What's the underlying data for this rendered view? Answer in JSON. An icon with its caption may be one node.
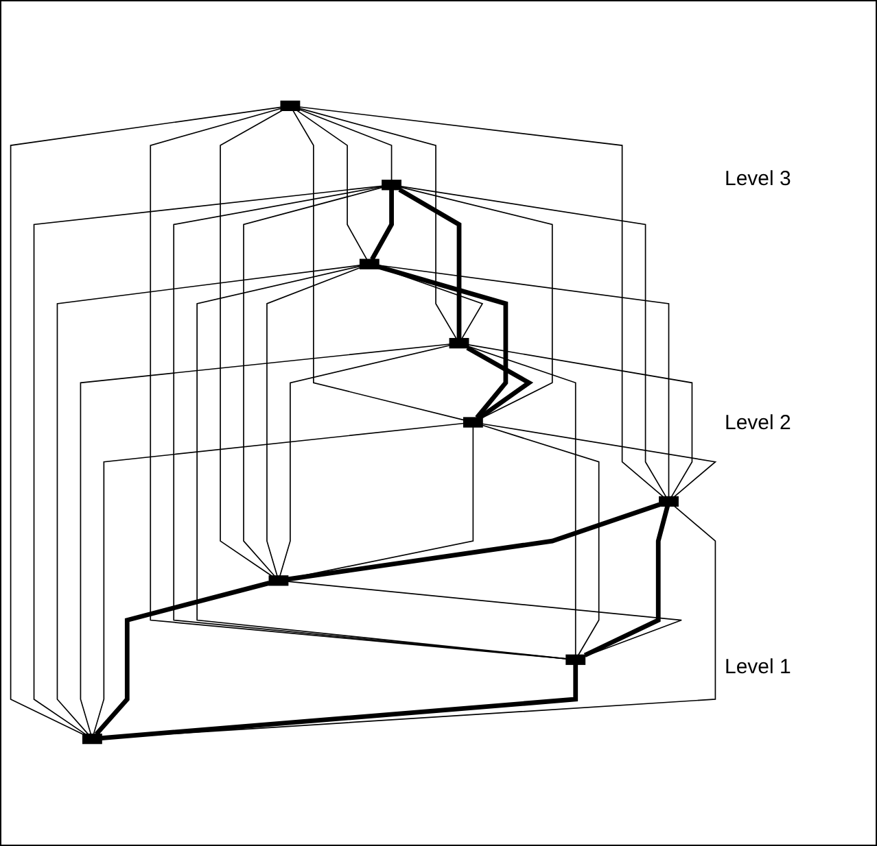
{
  "diagram": {
    "nodes": [
      {
        "text": [],
        "shape": "box"
      },
      {
        "text": [],
        "shape": "box"
      },
      {
        "text": [],
        "shape": "box"
      },
      {
        "text": [],
        "shape": "box"
      },
      {
        "text": [],
        "shape": "box"
      },
      {
        "text": [],
        "shape": "box"
      },
      {
        "text": [],
        "shape": "box"
      },
      {
        "text": [],
        "shape": "box"
      },
      {
        "text": [],
        "shape": "box"
      }
    ],
    "edges": [
      {
        "from": 0,
        "to": 1,
        "arrow": "none"
      },
      {
        "from": 0,
        "to": 2,
        "arrow": "none"
      },
      {
        "from": 0,
        "to": 3,
        "arrow": "none"
      },
      {
        "from": 0,
        "to": 4,
        "arrow": "none"
      },
      {
        "from": 0,
        "to": 5,
        "arrow": "none"
      },
      {
        "from": 0,
        "to": 6,
        "arrow": "none"
      },
      {
        "from": 0,
        "to": 7,
        "arrow": "none"
      },
      {
        "from": 0,
        "to": 8,
        "arrow": "none"
      },
      {
        "from": 1,
        "to": 2,
        "arrow": "none",
        "style": "thick"
      },
      {
        "from": 1,
        "to": 3,
        "arrow": "none",
        "style": "thick"
      },
      {
        "from": 2,
        "to": 4,
        "arrow": "none",
        "style": "thick"
      },
      {
        "from": 3,
        "to": 4,
        "arrow": "none",
        "style": "thick"
      },
      {
        "from": 1,
        "to": 4,
        "arrow": "none"
      },
      {
        "from": 2,
        "to": 3,
        "arrow": "none"
      },
      {
        "from": 1,
        "to": 5,
        "arrow": "none"
      },
      {
        "from": 1,
        "to": 6,
        "arrow": "none"
      },
      {
        "from": 1,
        "to": 7,
        "arrow": "none"
      },
      {
        "from": 1,
        "to": 8,
        "arrow": "none"
      },
      {
        "from": 2,
        "to": 5,
        "arrow": "none"
      },
      {
        "from": 2,
        "to": 6,
        "arrow": "none"
      },
      {
        "from": 2,
        "to": 7,
        "arrow": "none"
      },
      {
        "from": 2,
        "to": 8,
        "arrow": "none"
      },
      {
        "from": 3,
        "to": 5,
        "arrow": "none"
      },
      {
        "from": 3,
        "to": 6,
        "arrow": "none"
      },
      {
        "from": 3,
        "to": 7,
        "arrow": "none"
      },
      {
        "from": 3,
        "to": 8,
        "arrow": "none"
      },
      {
        "from": 4,
        "to": 5,
        "arrow": "none"
      },
      {
        "from": 4,
        "to": 6,
        "arrow": "none"
      },
      {
        "from": 4,
        "to": 7,
        "arrow": "none"
      },
      {
        "from": 4,
        "to": 8,
        "arrow": "none"
      },
      {
        "from": 5,
        "to": 6,
        "arrow": "none",
        "style": "thick"
      },
      {
        "from": 5,
        "to": 7,
        "arrow": "none",
        "style": "thick"
      },
      {
        "from": 6,
        "to": 8,
        "arrow": "none",
        "style": "thick"
      },
      {
        "from": 7,
        "to": 8,
        "arrow": "none",
        "style": "thick"
      },
      {
        "from": 5,
        "to": 8,
        "arrow": "none"
      },
      {
        "from": 6,
        "to": 7,
        "arrow": "none"
      }
    ],
    "labels": [
      "Level 3",
      "Level 2",
      "Level 1"
    ]
  }
}
